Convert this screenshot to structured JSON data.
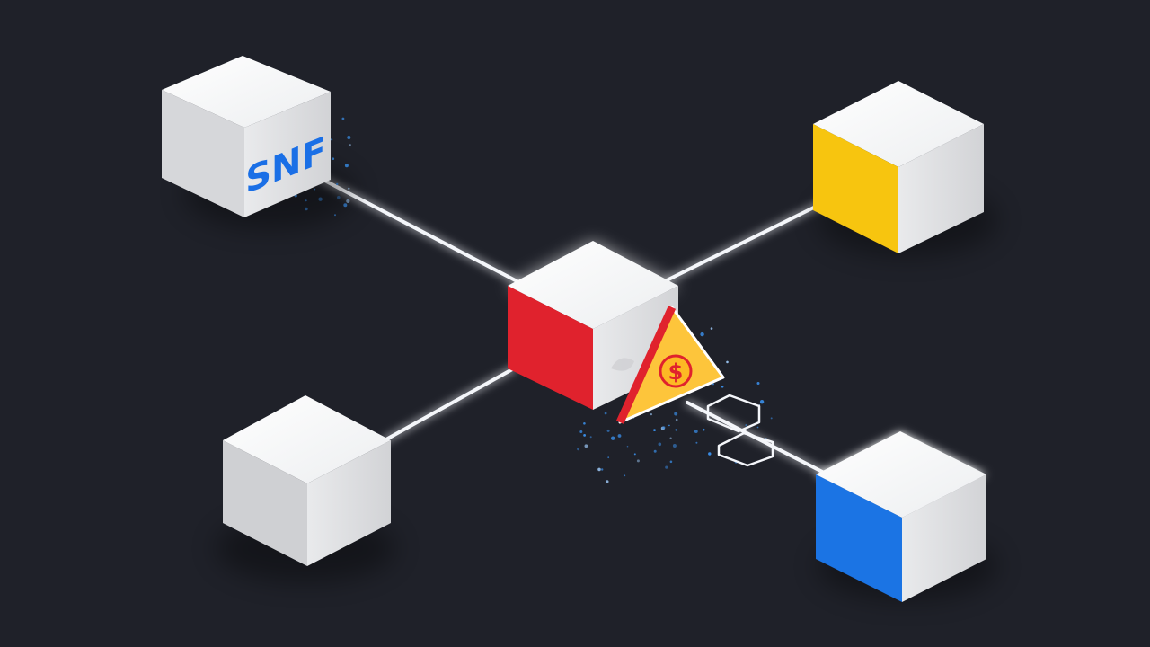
{
  "diagram": {
    "background": "#1f2129",
    "nodes": [
      {
        "id": "top-left",
        "side_color": "#d6d7da",
        "label": "SNF",
        "label_color": "#1a6fe6"
      },
      {
        "id": "top-right",
        "side_color": "#f7c50f"
      },
      {
        "id": "bottom-left",
        "side_color": "#cfd0d3"
      },
      {
        "id": "bottom-right",
        "side_color": "#1b74e4"
      },
      {
        "id": "center",
        "side_color": "#e0222d"
      }
    ],
    "connections": [
      {
        "from": "top-left",
        "to": "center"
      },
      {
        "from": "top-right",
        "to": "center"
      },
      {
        "from": "bottom-left",
        "to": "center"
      },
      {
        "from": "center",
        "to": "bottom-right"
      }
    ],
    "warning_badge": {
      "symbol": "$",
      "fill": "#fdc53b",
      "edge": "#e0222d"
    },
    "link_icon": "chain-link-icon"
  }
}
